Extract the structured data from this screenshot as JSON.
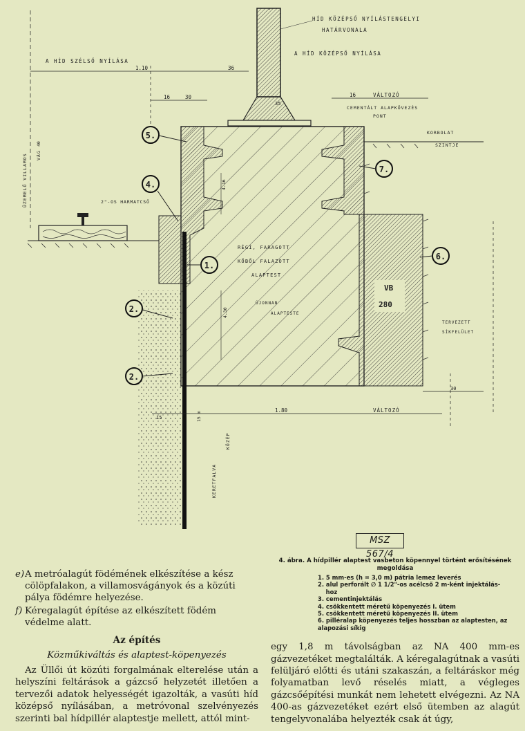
{
  "drawing": {
    "labels": {
      "top_center_1": "HÍD KÖZÉPSŐ NYÍLÁSTENGELYI",
      "top_center_2": "HATÁRVONALA",
      "left_opening": "A HÍD SZÉLSŐ NYÍLÁSA",
      "middle_opening": "A HÍD KÖZÉPSŐ NYÍLÁSA",
      "dim_top_a": "1.10",
      "dim_top_b": "36",
      "dim_16_a": "16",
      "dim_30": "30",
      "dim_16_b": "16",
      "valtozo_top": "VÁLTOZÓ",
      "dim_35": "35",
      "cementaljz": "CEMENTÁLT ALAPKÖVEZÉS",
      "pont": "PONT",
      "korbolat": "KORBOLAT",
      "szintje": "SZINTJE",
      "vertical_left_1": "ÜZEMELŐ VILLAMOS",
      "vertical_left_2": "VÁG",
      "dim_40": "40",
      "harmonika": "2\"-OS HARMATCSŐ",
      "regi_1": "RÉGI, FARAGOTT",
      "regi_2": "KŐBŐL FALAZOTT",
      "regi_3": "ALAPTEST",
      "ujonnan_1": "ÚJONNAN",
      "ujonnan_2": "ALAPTESTE",
      "dim_416": "4.16",
      "dim_430": "4.30",
      "vb_1": "VB",
      "vb_2": "280",
      "tervezett_1": "TERVEZETT",
      "tervezett_2": "SÍKFELÜLET",
      "dim_30_bottom": "30",
      "dim_15": "15",
      "dim_180": "1.80",
      "valtozo_bottom": "VÁLTOZÓ",
      "dim_15m": "15 m",
      "kozep_1": "KÖZÉP",
      "kozep_2": "KERETFALVA"
    },
    "callouts": [
      "1.",
      "2.",
      "2.",
      "4.",
      "5.",
      "6.",
      "7."
    ],
    "stamp": "MSZ 567/4"
  },
  "left_column": {
    "list": [
      {
        "marker": "e)",
        "text": "A metróalagút födémének elkészítése a kész cölöpfalakon, a villamosvágányok és a közúti pálya födémre helyezése."
      },
      {
        "marker": "f)",
        "text": "Kéregalagút építése az elkészített födém védelme alatt."
      }
    ],
    "section_title": "Az építés",
    "subsection_title": "Közműkiváltás és alaptest-köpenyezés",
    "paragraph": "Az Üllői út közúti forgalmának elterelése után a helyszíni feltárások a gázcső helyzetét illetően a tervezői adatok helyességét igazolták, a vasúti híd középső nyílásában, a metróvonal szelvényezés szerinti bal hídpillér alaptestje mellett, attól mint-"
  },
  "right_column": {
    "caption_title": "4. ábra. A hídpillér alaptest vasbeton köpennyel történt erősítésének megoldása",
    "legend": [
      "1. 5 mm-es (h = 3,0 m) pátria lemez leverés",
      "2. alul perforált ∅ 1 1/2\"-os acélcső 2 m-ként injektálás-    hoz",
      "3. cementinjektálás",
      "4. csökkentett méretű köpenyezés I. ütem",
      "5. csökkentett méretű köpenyezés II. ütem",
      "6. pilléralap köpenyezés teljes hosszban az alaptesten, az alapozási síkig"
    ],
    "paragraph": "egy 1,8 m távolságban az NA 400 mm-es gázvezetéket megtalálták. A kéregalagútnak a vasúti felüljáró előtti és utáni szakaszán, a feltáráskor még folyamatban levő réselés miatt, a végleges gázcsőépítési munkát nem lehetett elvégezni. Az NA 400-as gázvezetéket ezért első ütemben az alagút tengelyvonalába helyezték csak át úgy,"
  }
}
